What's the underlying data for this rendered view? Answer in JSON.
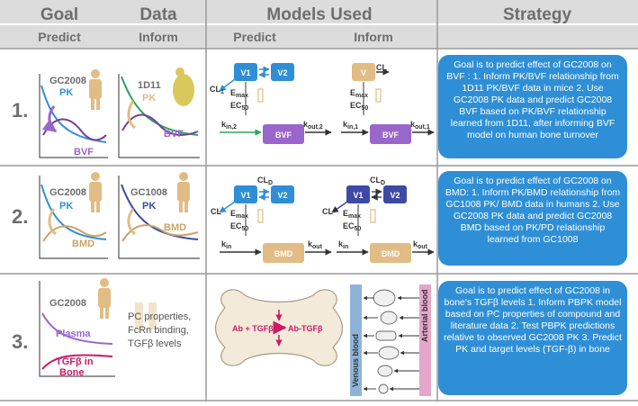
{
  "headers": {
    "goal": "Goal",
    "data": "Data",
    "models": "Models Used",
    "strategy": "Strategy",
    "predict1": "Predict",
    "inform1": "Inform",
    "predict2": "Predict",
    "inform2": "Inform"
  },
  "rows": [
    {
      "number": "1.",
      "goal": {
        "drug": "GC2008",
        "pk": "PK",
        "effect": "BVF"
      },
      "data": {
        "drug": "1D11",
        "pk": "PK",
        "effect": "BVF"
      },
      "predict_model": {
        "v1": "V1",
        "v2": "V2",
        "cl": "CL",
        "cl_sub": "1",
        "emax": "E",
        "emax_sub": "max",
        "ec": "EC",
        "ec_sub": "50",
        "kin": "k",
        "kin_sub": "in,2",
        "kout": "k",
        "kout_sub": "out,2",
        "box": "BVF"
      },
      "inform_model": {
        "v": "V",
        "cl": "CL",
        "emax": "E",
        "emax_sub": "max",
        "ec": "EC",
        "ec_sub": "50",
        "kin": "k",
        "kin_sub": "in,1",
        "kout": "k",
        "kout_sub": "out,1",
        "box": "BVF"
      },
      "strategy": "Goal is to predict effect of GC2008 on BVF : 1. Inform PK/BVF relationship from 1D11 PK/BVF data in mice 2. Use GC2008 PK data and predict GC2008 BVF based on PK/BVF relationship learned from 1D11, after informing BVF model on human bone turnover"
    },
    {
      "number": "2.",
      "goal": {
        "drug": "GC2008",
        "pk": "PK",
        "effect": "BMD"
      },
      "data": {
        "drug": "GC1008",
        "pk": "PK",
        "effect": "BMD"
      },
      "predict_model": {
        "v1": "V1",
        "v2": "V2",
        "cl": "CL",
        "cld": "CL",
        "cld_sub": "D",
        "emax": "E",
        "emax_sub": "max",
        "ec": "EC",
        "ec_sub": "50",
        "kin": "k",
        "kin_sub": "in",
        "kout": "k",
        "kout_sub": "out",
        "box": "BMD"
      },
      "inform_model": {
        "v1": "V1",
        "v2": "V2",
        "cl": "CL",
        "cld": "CL",
        "cld_sub": "D",
        "emax": "E",
        "emax_sub": "max",
        "ec": "EC",
        "ec_sub": "50",
        "kin": "k",
        "kin_sub": "in",
        "kout": "k",
        "kout_sub": "out",
        "box": "BMD"
      },
      "strategy": "Goal is to predict effect of GC2008 on BMD: 1. Inform PK/BMD relationship from GC1008 PK/ BMD data in humans 2. Use GC2008 PK data and predict GC2008 BMD based on PK/PD relationship learned from GC1008"
    },
    {
      "number": "3.",
      "goal": {
        "drug": "GC2008",
        "plasma": "Plasma",
        "bone1": "TGFβ in",
        "bone2": "Bone"
      },
      "data": {
        "line1": "PC properties,",
        "line2": "FcRn binding,",
        "line3": "TGFβ levels"
      },
      "model": {
        "reaction_left": "Ab + TGFβ",
        "reaction_right": "Ab-TGFβ",
        "venous": "Venous blood",
        "arterial": "Arterial blood"
      },
      "strategy": "Goal is to predict effect of GC2008 in bone's TGFβ levels 1. Inform PBPK model based on PC properties of compound and literature data 2. Test PBPK predictions relative to observed GC2008 PK 3. Predict PK and target levels (TGF-β) in bone"
    }
  ],
  "colors": {
    "blue": "#2f8fd6",
    "darkblue": "#3d4aa3",
    "tan": "#e2bc85",
    "purple": "#9966cc",
    "magenta": "#cc1a66",
    "green": "#2aa65a",
    "header_bg": "#dcdcdc"
  }
}
